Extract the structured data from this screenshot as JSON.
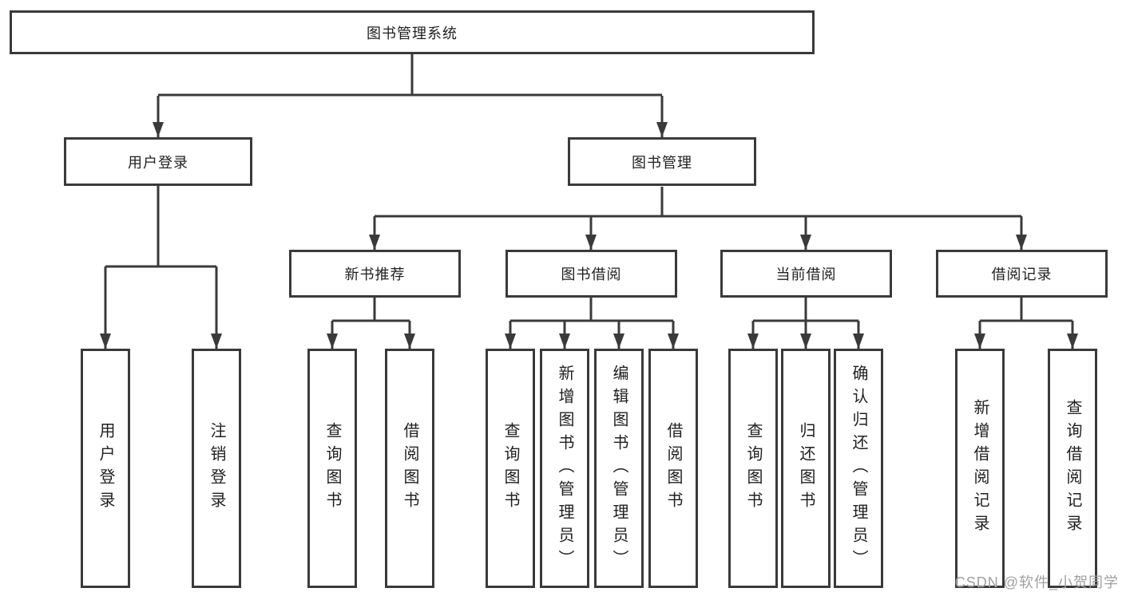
{
  "diagram": {
    "root": {
      "label": "图书管理系统",
      "children": [
        {
          "label": "用户登录",
          "children": [
            {
              "label": "用户登录"
            },
            {
              "label": "注销登录"
            }
          ]
        },
        {
          "label": "图书管理",
          "children": [
            {
              "label": "新书推荐",
              "children": [
                {
                  "label": "查询图书"
                },
                {
                  "label": "借阅图书"
                }
              ]
            },
            {
              "label": "图书借阅",
              "children": [
                {
                  "label": "查询图书"
                },
                {
                  "label": "新增图书（管理员）"
                },
                {
                  "label": "编辑图书（管理员）"
                },
                {
                  "label": "借阅图书"
                }
              ]
            },
            {
              "label": "当前借阅",
              "children": [
                {
                  "label": "查询图书"
                },
                {
                  "label": "归还图书"
                },
                {
                  "label": "确认归还（管理员）"
                }
              ]
            },
            {
              "label": "借阅记录",
              "children": [
                {
                  "label": "新增借阅记录"
                },
                {
                  "label": "查询借阅记录"
                }
              ]
            }
          ]
        }
      ]
    }
  },
  "watermark": {
    "text": "CSDN @软件_小贺同学"
  },
  "colors": {
    "line": "#3a3a3a",
    "text": "#1f1f1f",
    "box_background": "#ffffff",
    "page_background": "#ffffff",
    "watermark": "#a0a0a0"
  }
}
